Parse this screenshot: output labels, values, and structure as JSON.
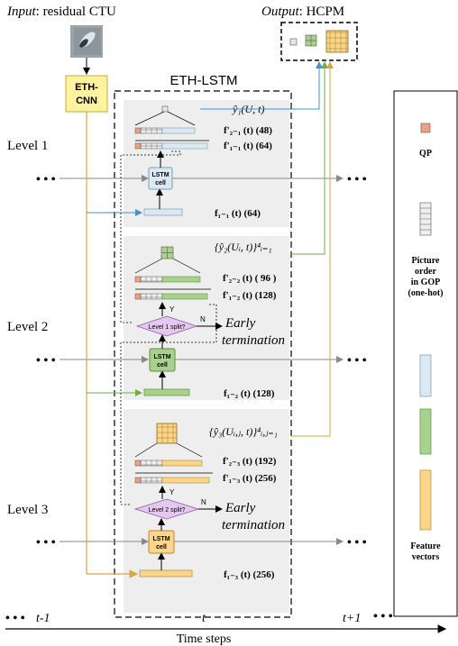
{
  "header": {
    "input_prefix": "Input",
    "input_suffix": ": residual CTU",
    "output_prefix": "Output",
    "output_suffix": ": HCPM"
  },
  "eth_cnn_label_1": "ETH-",
  "eth_cnn_label_2": "CNN",
  "eth_lstm_title": "ETH-LSTM",
  "levels": [
    {
      "name": "Level 1",
      "output_formula": "ŷ₁(U, t)",
      "feature_a": "f'₂₋₁ (t) (48)",
      "feature_b": "f'₁₋₁ (t) (64)",
      "input_feature": "f₁₋₁ (t) (64)",
      "lstm_1": "LSTM",
      "lstm_2": "cell"
    },
    {
      "name": "Level 2",
      "output_formula": "{ŷ₂(Uᵢ, t)}⁴ᵢ₌₁",
      "feature_a": "f'₂₋₂ (t) ( 96 )",
      "feature_b": "f'₁₋₂ (t) (128)",
      "input_feature": "f₁₋₂ (t) (128)",
      "lstm_1": "LSTM",
      "lstm_2": "cell",
      "decision": "Level 1 split?",
      "yes": "Y",
      "no": "N",
      "early_1": "Early",
      "early_2": "termination"
    },
    {
      "name": "Level 3",
      "output_formula": "{ŷ₃(Uᵢ,ⱼ, t)}⁴ᵢ,ⱼ₌₁",
      "feature_a": "f'₂₋₃ (t) (192)",
      "feature_b": "f'₁₋₃ (t) (256)",
      "input_feature": "f₁₋₃ (t) (256)",
      "lstm_1": "LSTM",
      "lstm_2": "cell",
      "decision": "Level 2 split?",
      "yes": "Y",
      "no": "N",
      "early_1": "Early",
      "early_2": "termination"
    }
  ],
  "legend": {
    "qp": "QP",
    "order_1": "Picture",
    "order_2": "order",
    "order_3": "in GOP",
    "order_4": "(one-hot)",
    "feat_1": "Feature",
    "feat_2": "vectors"
  },
  "time": {
    "ellipsis": "• • •",
    "prev": "t-1",
    "curr": "t",
    "next": "t+1",
    "axis_label": "Time steps"
  },
  "colors": {
    "level1": "#dce9f2",
    "level2": "#a9d18e",
    "level3": "#fbd58a",
    "qp": "#f0a080",
    "cnn_box": "#fff3a0",
    "decision": "#e4c8ef",
    "arrow_blue": "#4a8fc9",
    "arrow_green": "#70ad47",
    "arrow_orange": "#d9a441"
  }
}
